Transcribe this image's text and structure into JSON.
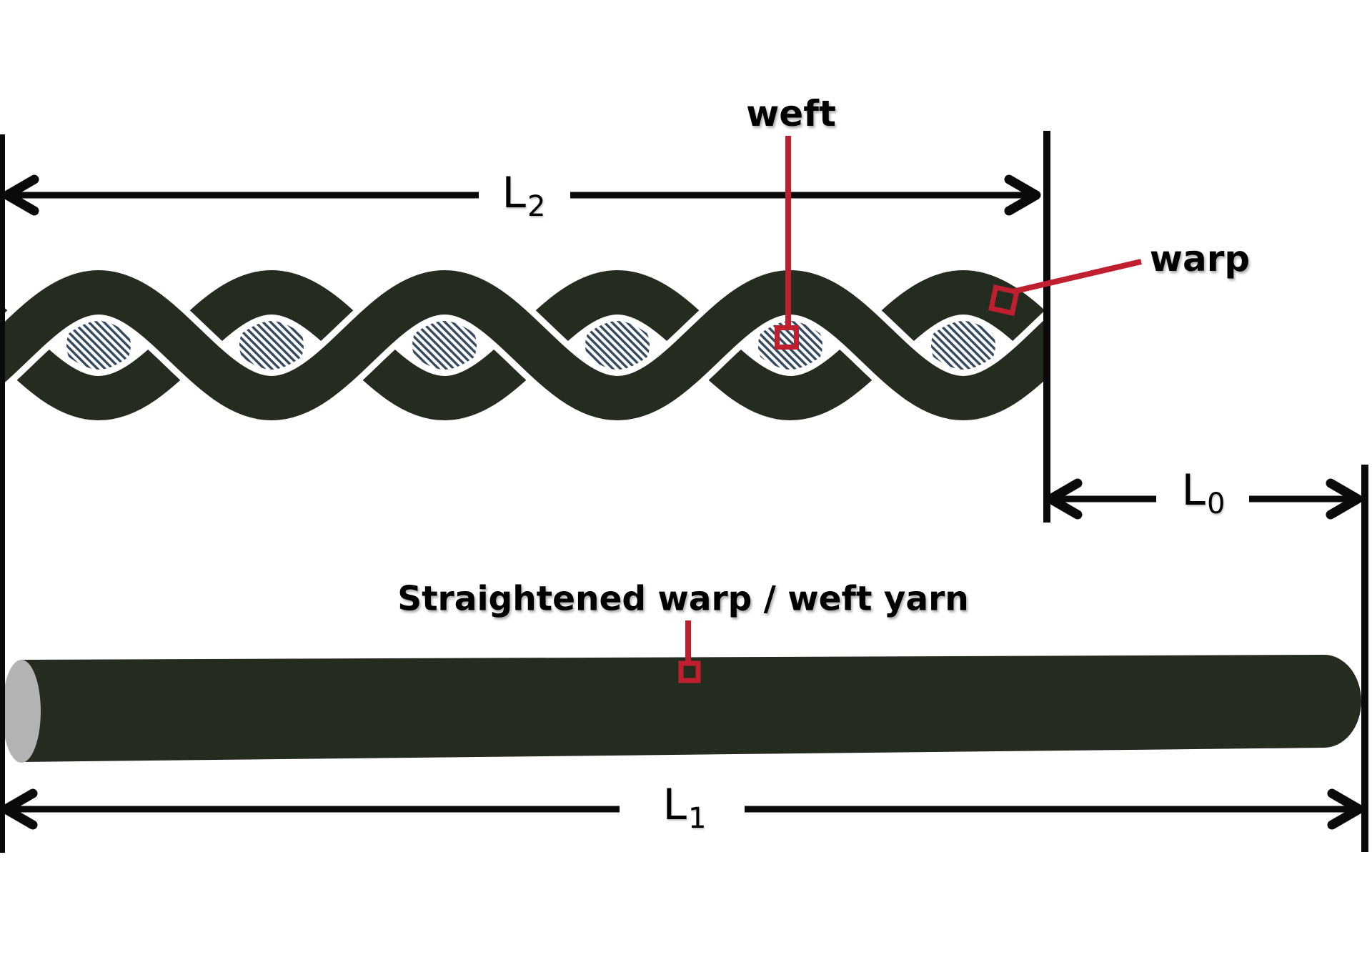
{
  "diagram": {
    "labels": {
      "weft": "weft",
      "warp": "warp",
      "straightened_yarn": "Straightened warp / weft yarn"
    },
    "dimension_labels": {
      "l2": {
        "base": "L",
        "sub": "2"
      },
      "l0": {
        "base": "L",
        "sub": "0"
      },
      "l1": {
        "base": "L",
        "sub": "1"
      }
    },
    "weft_cross_section_count": 6,
    "colors": {
      "yarn_dark": "#232c1e",
      "annotation_red": "#bf1f2e",
      "hatch_blue": "#35495e",
      "cap_gray": "#b3b3b3",
      "line_black": "#0a0a0a",
      "background": "#ffffff"
    }
  }
}
